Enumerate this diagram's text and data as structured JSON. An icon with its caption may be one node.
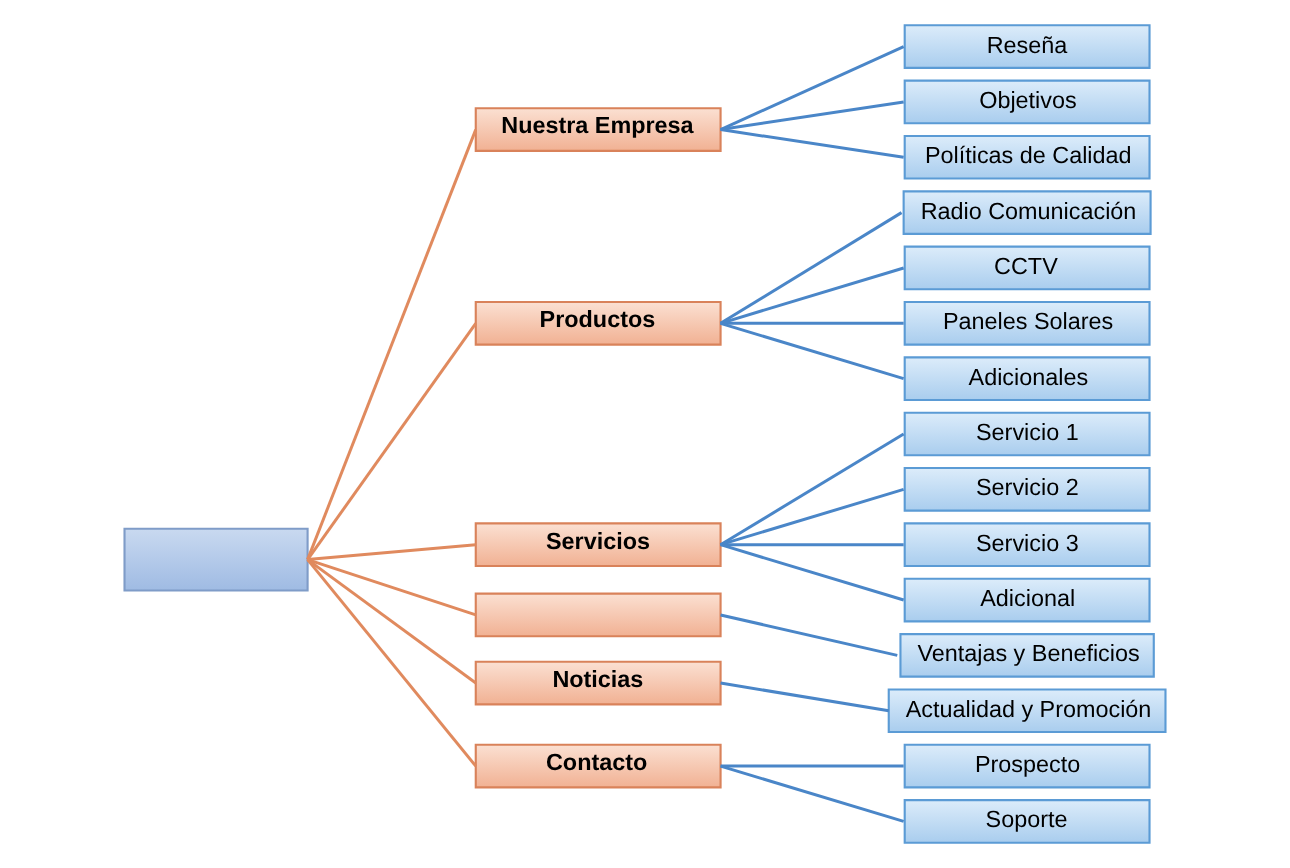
{
  "diagram": {
    "nodes": [
      {
        "text": [],
        "shape": "box"
      },
      {
        "text": [
          "Nuestra Empresa"
        ]
      },
      {
        "text": [
          "Reseña"
        ]
      },
      {
        "text": [
          "Objetivos"
        ]
      },
      {
        "text": [
          "Políticas de Calidad"
        ]
      },
      {
        "text": [
          "Productos"
        ]
      },
      {
        "text": [
          "Radio Comunicación"
        ]
      },
      {
        "text": [
          "CCTV"
        ]
      },
      {
        "text": [
          "Paneles Solares"
        ]
      },
      {
        "text": [
          "Adicionales"
        ]
      },
      {
        "text": [
          "Servicios"
        ]
      },
      {
        "text": [
          "Servicio 1"
        ]
      },
      {
        "text": [
          "Servicio 2"
        ]
      },
      {
        "text": [
          "Servicio 3"
        ]
      },
      {
        "text": [
          "Adicional"
        ]
      },
      {
        "text": [],
        "shape": "box"
      },
      {
        "text": [
          "Ventajas y Beneficios"
        ]
      },
      {
        "text": [
          "Noticias"
        ]
      },
      {
        "text": [
          "Actualidad y Promoción"
        ]
      },
      {
        "text": [
          "Contacto"
        ]
      },
      {
        "text": [
          "Prospecto"
        ]
      },
      {
        "text": [
          "Soporte"
        ]
      }
    ],
    "edges": [
      {
        "from": 0,
        "to": 1,
        "arrow": "none",
        "color": "#e08a5e"
      },
      {
        "from": 0,
        "to": 5,
        "arrow": "none",
        "color": "#e08a5e"
      },
      {
        "from": 0,
        "to": 10,
        "arrow": "none",
        "color": "#e08a5e"
      },
      {
        "from": 0,
        "to": 15,
        "arrow": "none",
        "color": "#e08a5e"
      },
      {
        "from": 0,
        "to": 17,
        "arrow": "none",
        "color": "#e08a5e"
      },
      {
        "from": 0,
        "to": 19,
        "arrow": "none",
        "color": "#e08a5e"
      },
      {
        "from": 1,
        "to": 2,
        "arrow": "none"
      },
      {
        "from": 1,
        "to": 3,
        "arrow": "none"
      },
      {
        "from": 1,
        "to": 4,
        "arrow": "none"
      },
      {
        "from": 5,
        "to": 6,
        "arrow": "none"
      },
      {
        "from": 5,
        "to": 7,
        "arrow": "none"
      },
      {
        "from": 5,
        "to": 8,
        "arrow": "none"
      },
      {
        "from": 5,
        "to": 9,
        "arrow": "none"
      },
      {
        "from": 10,
        "to": 11,
        "arrow": "none"
      },
      {
        "from": 10,
        "to": 12,
        "arrow": "none"
      },
      {
        "from": 10,
        "to": 13,
        "arrow": "none"
      },
      {
        "from": 10,
        "to": 14,
        "arrow": "none"
      },
      {
        "from": 15,
        "to": 16,
        "arrow": "none"
      },
      {
        "from": 17,
        "to": 18,
        "arrow": "none"
      },
      {
        "from": 19,
        "to": 20,
        "arrow": "none"
      },
      {
        "from": 19,
        "to": 21,
        "arrow": "none"
      }
    ]
  }
}
